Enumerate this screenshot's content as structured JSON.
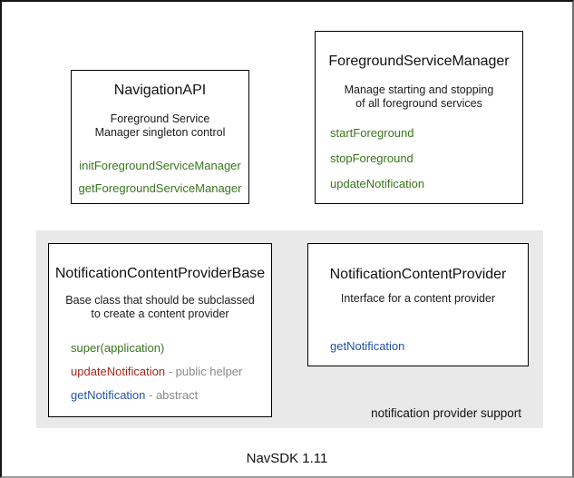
{
  "colors": {
    "green": "#38761d",
    "red": "#a5281b",
    "blue": "#2353a2",
    "muted": "#8a8a8a",
    "group_bg": "#e9e9e9"
  },
  "boxes": {
    "navigation_api": {
      "title": "NavigationAPI",
      "description": [
        "Foreground Service",
        "Manager singleton control"
      ],
      "methods": [
        {
          "label": "initForegroundServiceManager"
        },
        {
          "label": "getForegroundServiceManager"
        }
      ]
    },
    "foreground_service_manager": {
      "title": "ForegroundServiceManager",
      "description": [
        "Manage starting and stopping",
        "of all foreground services"
      ],
      "methods": [
        {
          "label": "startForeground"
        },
        {
          "label": "stopForeground"
        },
        {
          "label": "updateNotification"
        }
      ]
    },
    "notification_content_provider_base": {
      "title": "NotificationContentProviderBase",
      "description": [
        "Base class that should be subclassed",
        "to create a content provider"
      ],
      "methods": [
        {
          "label": "super(application)"
        },
        {
          "label": "updateNotification",
          "suffix": "- public helper"
        },
        {
          "label": "getNotification",
          "suffix": "- abstract"
        }
      ]
    },
    "notification_content_provider": {
      "title": "NotificationContentProvider",
      "description": [
        "Interface for a content provider"
      ],
      "methods": [
        {
          "label": "getNotification"
        }
      ]
    }
  },
  "group_caption": "notification provider support",
  "footer": "NavSDK 1.11"
}
